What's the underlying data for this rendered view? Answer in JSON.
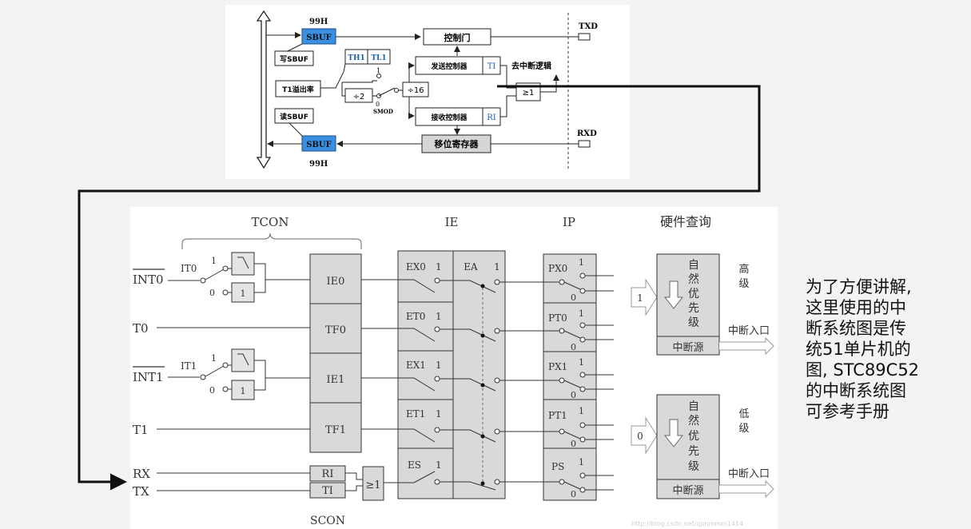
{
  "serial_diagram": {
    "sbuf_addr_top": "99H",
    "sbuf_addr_bottom": "99H",
    "sbuf_top": "SBUF",
    "sbuf_bottom": "SBUF",
    "write_sbuf": "写SBUF",
    "read_sbuf": "读SBUF",
    "control_gate": "控制门",
    "txd": "TXD",
    "rxd": "RXD",
    "th1": "TH1",
    "tl1": "TL1",
    "t1_overflow": "T1溢出率",
    "div2": "÷2",
    "div16": "÷16",
    "switch_one": "1",
    "switch_zero": "0",
    "smod": "SMOD",
    "tx_controller": "发送控制器",
    "ti": "TI",
    "rx_controller": "接收控制器",
    "ri": "RI",
    "to_interrupt_logic": "去中断逻辑",
    "or_gate": "≥1",
    "shift_register": "移位寄存器"
  },
  "interrupt_diagram": {
    "col_tcon": "TCON",
    "col_ie": "IE",
    "col_ip": "IP",
    "col_hw_poll": "硬件查询",
    "inputs": [
      "INT0",
      "T0",
      "INT1",
      "T1",
      "RX",
      "TX"
    ],
    "it0": "IT0",
    "it1": "IT1",
    "one": "1",
    "zero": "0",
    "flags": [
      "IE0",
      "TF0",
      "IE1",
      "TF1"
    ],
    "scon_flags": [
      "RI",
      "TI"
    ],
    "scon_or": "≥1",
    "col_scon": "SCON",
    "ie_bits": [
      "EX0",
      "ET0",
      "EX1",
      "ET1",
      "ES"
    ],
    "ea": "EA",
    "ip_bits": [
      "PX0",
      "PT0",
      "PX1",
      "PT1",
      "PS"
    ],
    "priority_high_input": "1",
    "priority_low_input": "0",
    "natural_priority": [
      "自",
      "然",
      "优",
      "先",
      "级"
    ],
    "interrupt_source": "中断源",
    "high_level": [
      "高",
      "级"
    ],
    "low_level": [
      "低",
      "级"
    ],
    "interrupt_entry": "中断入口",
    "watermark": "http://blog.csdn.net/qjmmmm1414"
  },
  "side_note": {
    "lines": [
      "为了方便讲解,",
      "这里使用的中",
      "断系统图是传",
      "统51单片机的",
      "图, STC89C52",
      "的中断系统图",
      "可参考手册"
    ]
  }
}
